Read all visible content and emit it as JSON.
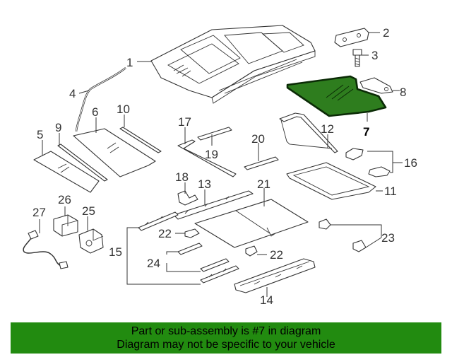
{
  "diagram": {
    "callouts": [
      {
        "label": "1"
      },
      {
        "label": "2"
      },
      {
        "label": "3"
      },
      {
        "label": "4"
      },
      {
        "label": "5"
      },
      {
        "label": "6"
      },
      {
        "label": "7"
      },
      {
        "label": "8"
      },
      {
        "label": "9"
      },
      {
        "label": "10"
      },
      {
        "label": "11"
      },
      {
        "label": "12"
      },
      {
        "label": "13"
      },
      {
        "label": "14"
      },
      {
        "label": "15"
      },
      {
        "label": "16"
      },
      {
        "label": "17"
      },
      {
        "label": "18"
      },
      {
        "label": "19"
      },
      {
        "label": "20"
      },
      {
        "label": "21"
      },
      {
        "label": "22"
      },
      {
        "label": "22"
      },
      {
        "label": "23"
      },
      {
        "label": "24"
      },
      {
        "label": "25"
      },
      {
        "label": "26"
      },
      {
        "label": "27"
      }
    ],
    "highlight_fill": "#2e7d1e",
    "highlight_stroke": "#0b2b06"
  },
  "banner": {
    "line1": "Part or sub-assembly is #7 in diagram",
    "line2": "Diagram may not be specific to your vehicle",
    "background": "#228b10"
  }
}
